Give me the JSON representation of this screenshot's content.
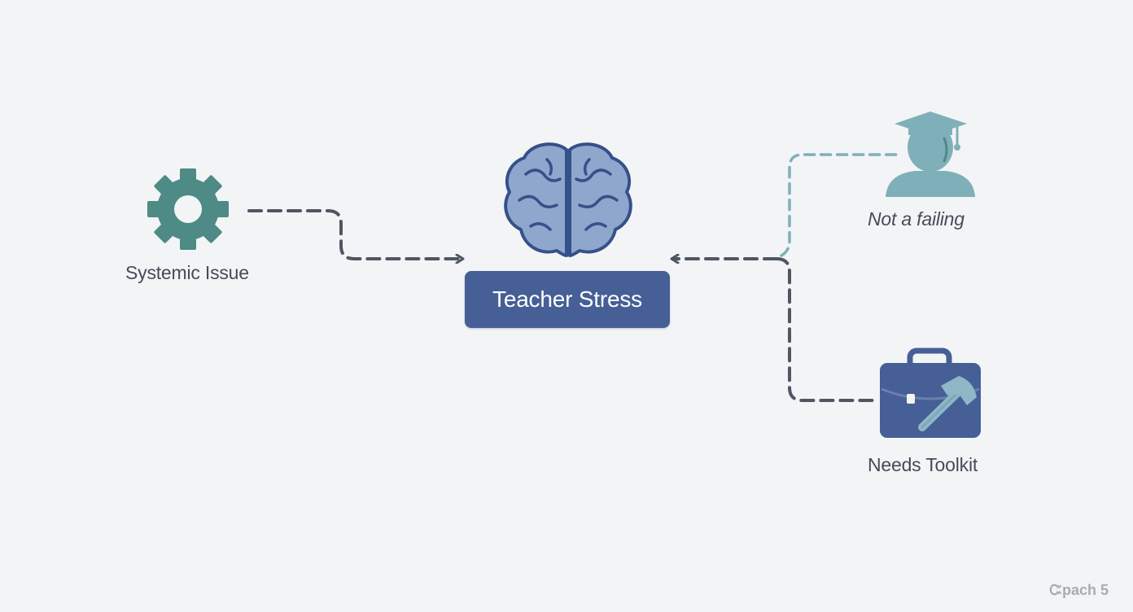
{
  "diagram": {
    "center": {
      "label": "Teacher Stress",
      "icon": "brain-icon"
    },
    "left_node": {
      "label": "Systemic Issue",
      "icon": "gear-icon"
    },
    "right_top_node": {
      "label": "Not a failing",
      "icon": "graduate-icon"
    },
    "right_bottom_node": {
      "label": "Needs Toolkit",
      "icon": "toolbox-hammer-icon"
    },
    "watermark": "Ꮸpach 5"
  },
  "colors": {
    "background": "#f3f4f6",
    "primary_blue": "#465f96",
    "teal": "#4e8a86",
    "light_teal": "#7fb0b9",
    "brain_fill": "#8fa7cc",
    "connector": "#4f5663",
    "text": "#454c58"
  }
}
